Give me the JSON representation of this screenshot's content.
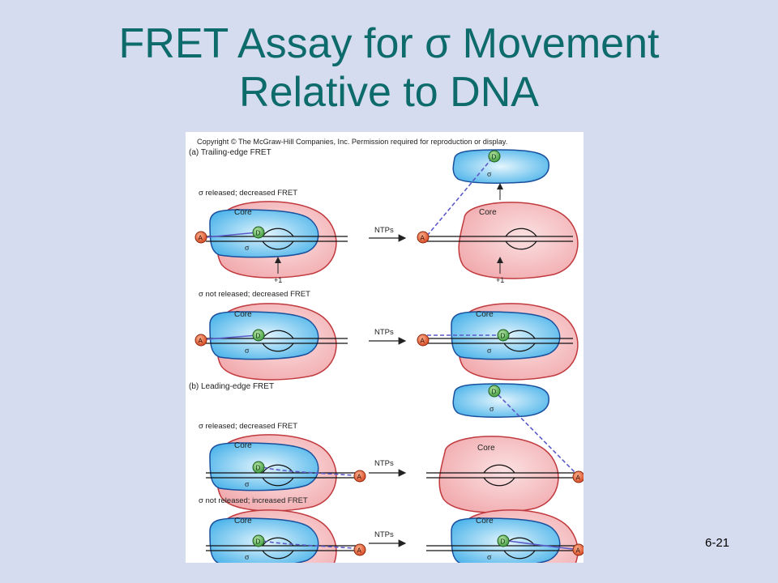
{
  "slide": {
    "title_line1": "FRET Assay for σ Movement",
    "title_line2": "Relative to DNA",
    "number": "6-21"
  },
  "figure": {
    "copyright": "Copyright © The McGraw-Hill Companies, Inc. Permission required for reproduction or display.",
    "section_a": "(a) Trailing-edge FRET",
    "section_b": "(b) Leading-edge FRET",
    "core_label": "Core",
    "sigma_label": "σ",
    "donor_label": "D",
    "acceptor_label": "A",
    "ntps_label": "NTPs",
    "plus_one_label": "+1",
    "panels": [
      {
        "label": "σ released; decreased FRET"
      },
      {
        "label": "σ not released; decreased FRET"
      },
      {
        "label": "σ released; decreased FRET"
      },
      {
        "label": "σ not released; increased FRET"
      }
    ]
  },
  "colors": {
    "core_fill": "#f4b8bb",
    "core_stroke": "#c0393d",
    "sigma_fill": "#6cc3ee",
    "sigma_stroke": "#1a4f9c",
    "donor_fill": "#4dac4d",
    "acceptor_fill": "#e8562f",
    "fret_line": "#5a5ac8",
    "title": "#0e6b6b",
    "slide_bg": "#d6dcef"
  }
}
